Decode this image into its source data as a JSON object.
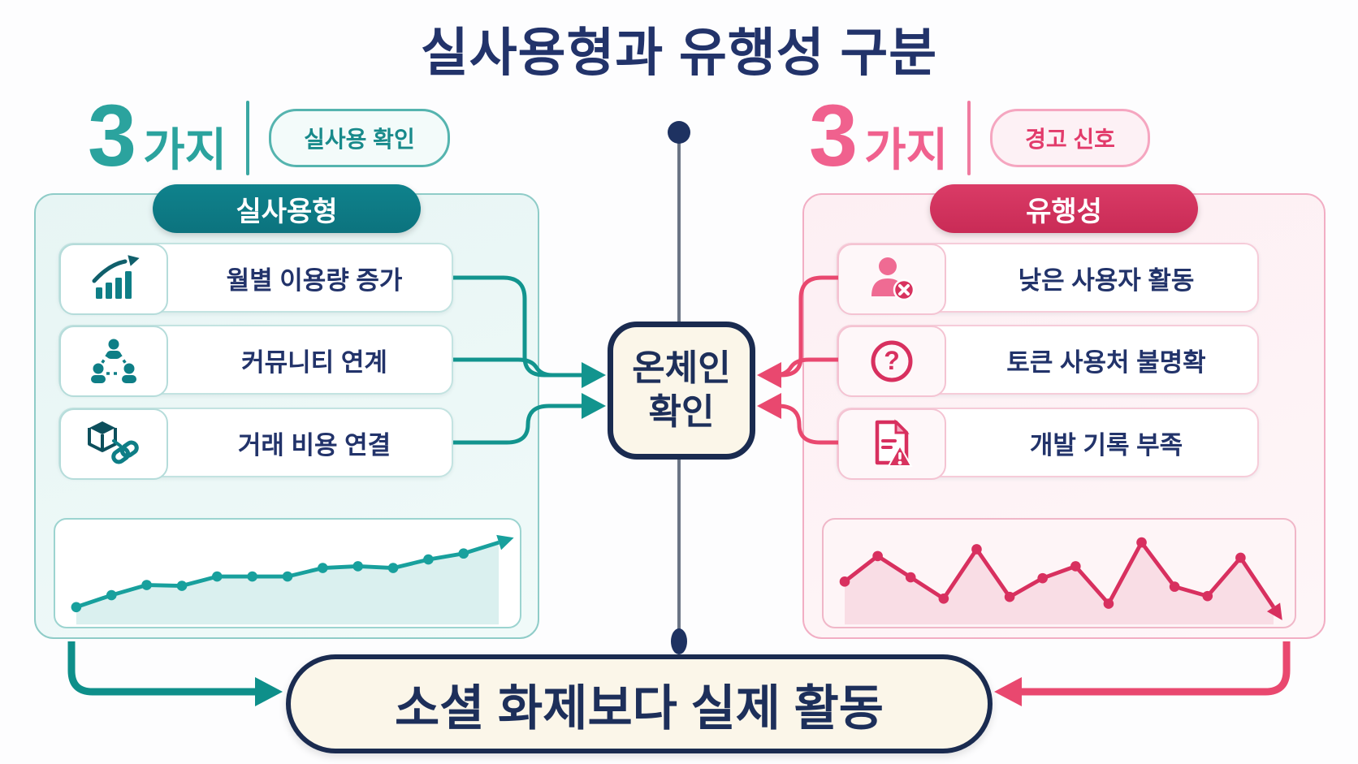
{
  "title": "실사용형과 유행성 구분",
  "left": {
    "count": "3",
    "count_suffix": "가지",
    "badge": "실사용 확인",
    "header": "실사용형",
    "accent_color": "#0e7e86",
    "items": [
      {
        "icon": "bar-chart-growth-icon",
        "label": "월별 이용량 증가"
      },
      {
        "icon": "community-network-icon",
        "label": "커뮤니티 연계"
      },
      {
        "icon": "cube-link-icon",
        "label": "거래 비용 연결"
      }
    ]
  },
  "right": {
    "count": "3",
    "count_suffix": "가지",
    "badge": "경고 신호",
    "header": "유행성",
    "accent_color": "#d8335f",
    "items": [
      {
        "icon": "person-x-icon",
        "label": "낮은 사용자 활동"
      },
      {
        "icon": "question-circle-icon",
        "label": "토큰 사용처 불명확"
      },
      {
        "icon": "document-warning-icon",
        "label": "개발 기록 부족"
      }
    ]
  },
  "center": {
    "line1": "온체인",
    "line2": "확인"
  },
  "bottom": {
    "label": "소셜 화제보다 실제 활동"
  },
  "colors": {
    "navy_text": "#22336a",
    "teal_accent": "#14938e",
    "pink_accent": "#e9486f",
    "cream_box": "#fbf6e9",
    "box_border_navy": "#1a2b50"
  },
  "chart_data": [
    {
      "type": "line",
      "name": "steady-growth-trend",
      "title": "",
      "xlabel": "",
      "ylabel": "",
      "axes_shown": false,
      "values": [
        12,
        26,
        38,
        37,
        48,
        48,
        48,
        58,
        60,
        58,
        68,
        75
      ],
      "end_value": 88,
      "trend": "rising",
      "line_color": "#18a09d",
      "fill_color": "rgba(24,160,157,0.16)"
    },
    {
      "type": "line",
      "name": "volatile-hype-trend",
      "title": "",
      "xlabel": "",
      "ylabel": "",
      "axes_shown": false,
      "values": [
        42,
        72,
        47,
        22,
        80,
        24,
        46,
        60,
        16,
        88,
        36,
        25,
        70
      ],
      "end_value": 12,
      "trend": "volatile-declining",
      "line_color": "#d8305f",
      "fill_color": "rgba(216,48,95,0.12)"
    }
  ]
}
